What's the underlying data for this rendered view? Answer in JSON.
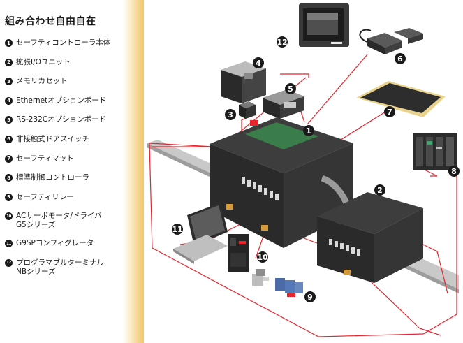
{
  "title": "組み合わせ自由自在",
  "items": [
    {
      "num": "1",
      "text": "セーフティコントローラ本体"
    },
    {
      "num": "2",
      "text": "拡張I/Oユニット"
    },
    {
      "num": "3",
      "text": "メモリカセット"
    },
    {
      "num": "4",
      "text": "Ethernetオプションボード"
    },
    {
      "num": "5",
      "text": "RS-232Cオプションボード"
    },
    {
      "num": "6",
      "text": "非接触式ドアスイッチ"
    },
    {
      "num": "7",
      "text": "セーフティマット"
    },
    {
      "num": "8",
      "text": "標準制御コントローラ"
    },
    {
      "num": "9",
      "text": "セーフティリレー"
    },
    {
      "num": "10",
      "text": "ACサーボモータ/ドライバ",
      "text2": "G5シリーズ"
    },
    {
      "num": "11",
      "text": "G9SPコンフィグレータ"
    },
    {
      "num": "12",
      "text": "プログラマブルターミナル",
      "text2": "NBシリーズ"
    }
  ],
  "colors": {
    "callout": "#1a1a1a",
    "leader_line": "#e8232b",
    "band_gold": "#efc46c",
    "device_body": "#2b2b2b",
    "device_light": "#d9d9d9",
    "rail": "#c9c9c9",
    "green_board": "#3b7d4a"
  },
  "callouts": [
    {
      "num": "1"
    },
    {
      "num": "2"
    },
    {
      "num": "3"
    },
    {
      "num": "4"
    },
    {
      "num": "5"
    },
    {
      "num": "6"
    },
    {
      "num": "7"
    },
    {
      "num": "8"
    },
    {
      "num": "9"
    },
    {
      "num": "10"
    },
    {
      "num": "11"
    },
    {
      "num": "12"
    }
  ]
}
